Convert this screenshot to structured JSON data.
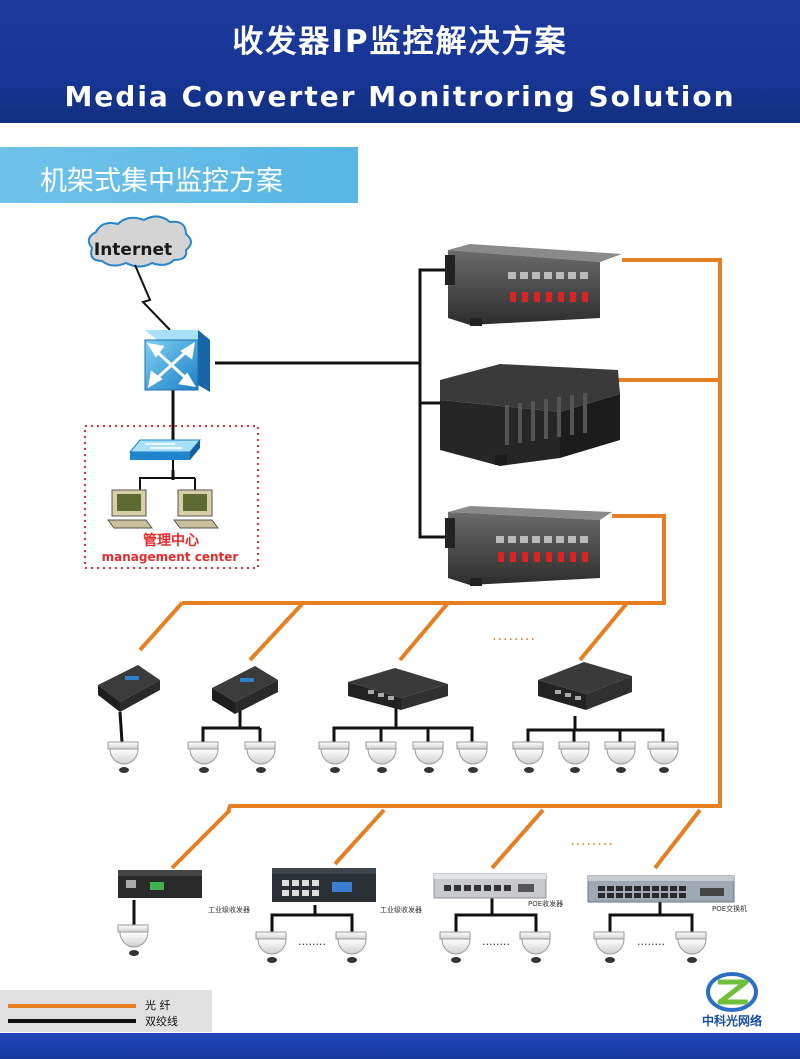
{
  "header": {
    "title_cn": "收发器IP监控解决方案",
    "title_en": "Media Converter Monitroring Solution"
  },
  "section": {
    "title": "机架式集中监控方案"
  },
  "network": {
    "internet_label": "Internet",
    "mgmt_label_cn": "管理中心",
    "mgmt_label_en": "management center"
  },
  "devices": {
    "industrial_converter_label": "工业级收发器",
    "industrial_converter_label_2": "工业级收发器",
    "poe_converter_label": "POE收发器",
    "poe_switch_label": "POE交换机"
  },
  "ellipsis": "........",
  "legend": {
    "fiber_label": "光  纤",
    "twisted_pair_label": "双绞线",
    "fiber_color": "#e67e22",
    "twisted_pair_color": "#111111"
  },
  "logo": {
    "text": "中科光网络"
  },
  "colors": {
    "header_bg": "#1a3a9c",
    "section_bg": "#64bde7",
    "fiber": "#e67e22"
  }
}
